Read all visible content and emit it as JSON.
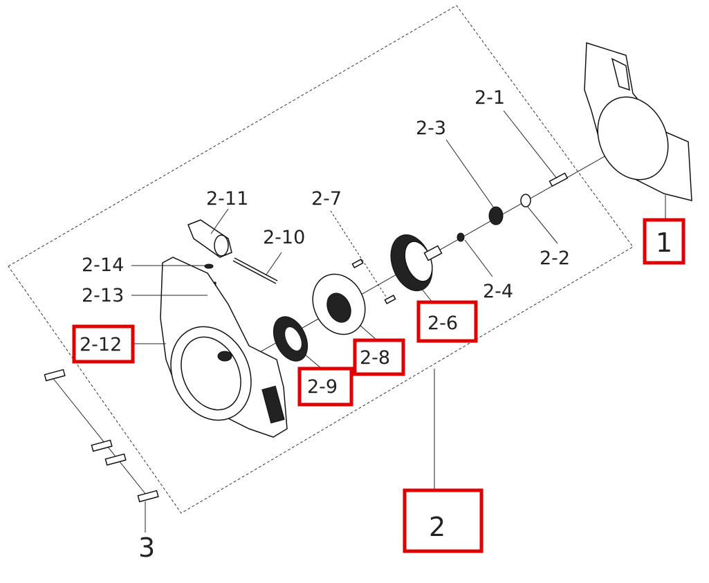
{
  "diagram": {
    "title": "Starter assembly exploded view",
    "labels": {
      "p1": "1",
      "p2": "2",
      "p3": "3",
      "p2_1": "2-1",
      "p2_2": "2-2",
      "p2_3": "2-3",
      "p2_4": "2-4",
      "p2_6": "2-6",
      "p2_7": "2-7",
      "p2_8": "2-8",
      "p2_9": "2-9",
      "p2_10": "2-10",
      "p2_11": "2-11",
      "p2_12": "2-12",
      "p2_13": "2-13",
      "p2_14": "2-14"
    },
    "highlight_color": "#e00000"
  }
}
